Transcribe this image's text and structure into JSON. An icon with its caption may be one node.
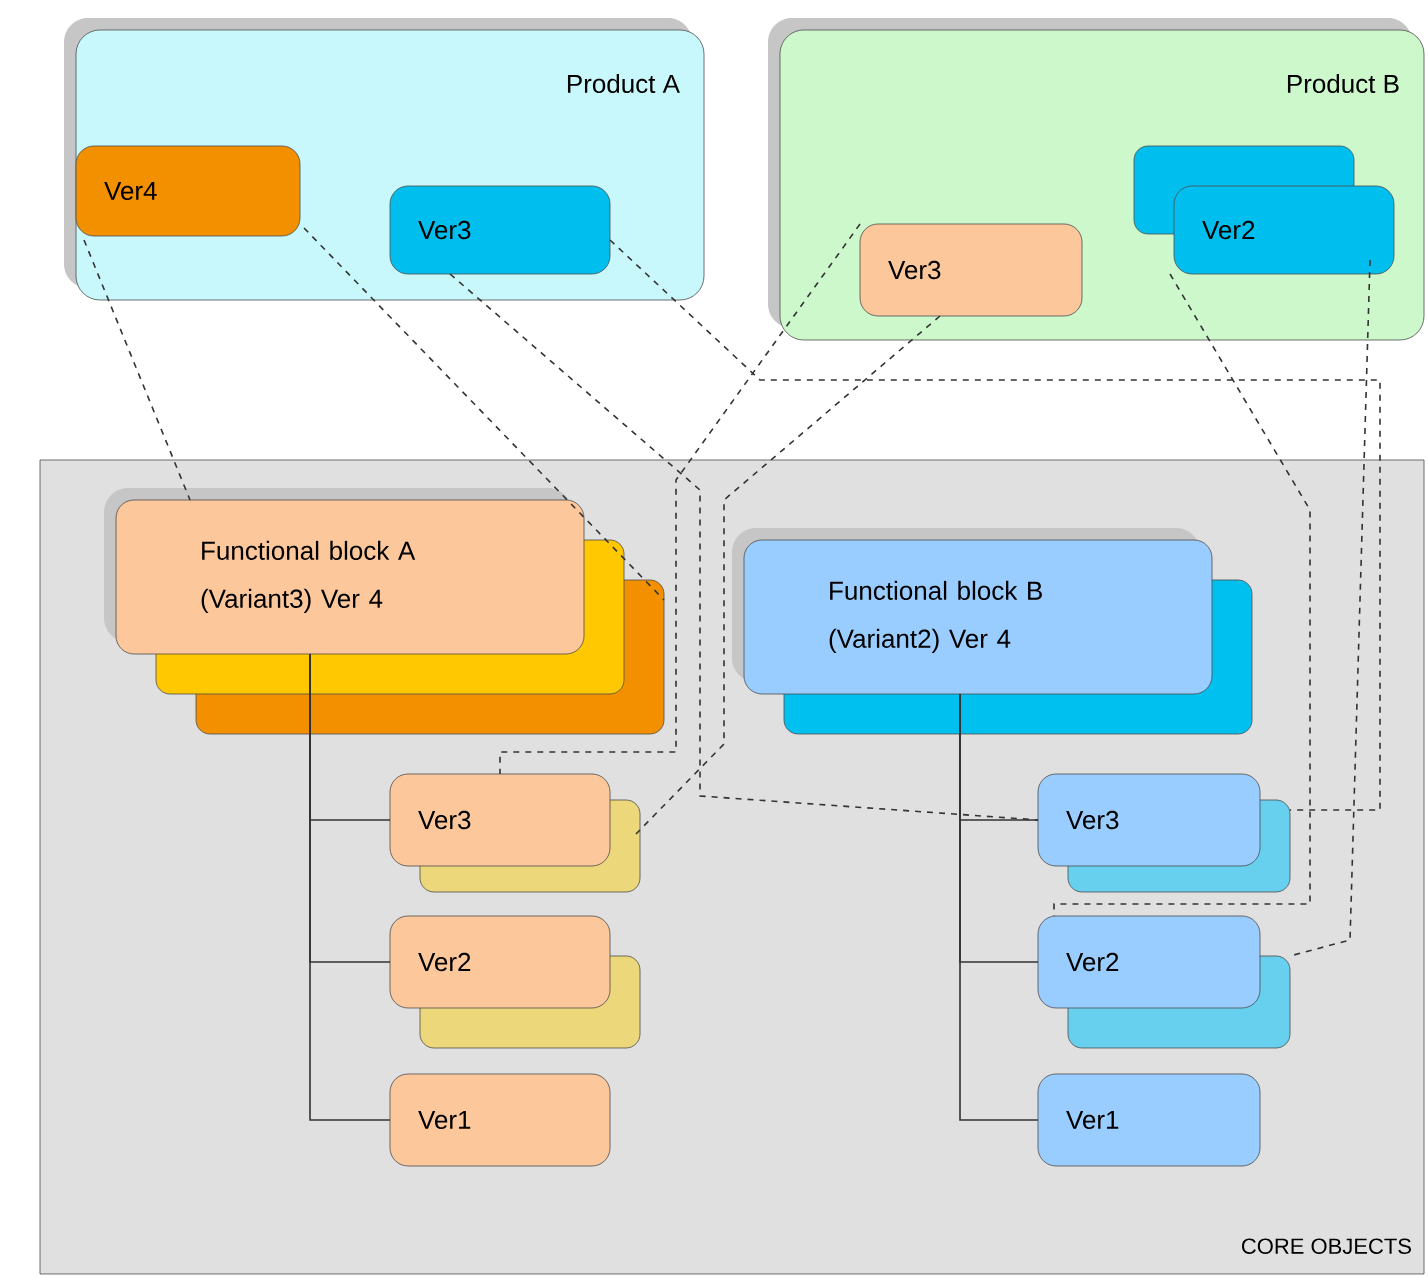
{
  "diagram": {
    "nodes": [
      {
        "text": [
          "Product A"
        ]
      },
      {
        "text": [
          "Ver4"
        ],
        "in": 0
      },
      {
        "text": [
          "Ver3"
        ],
        "in": 0
      },
      {
        "text": [
          "Product B"
        ]
      },
      {
        "text": [
          "Ver3"
        ],
        "in": 3
      },
      {
        "text": [
          "Ver2"
        ],
        "in": 3
      },
      {
        "text": [
          "CORE OBJECTS"
        ]
      },
      {
        "text": [
          "Functional block A (Variant3) Ver 4"
        ],
        "in": 6
      },
      {
        "text": [
          "Ver3"
        ],
        "in": 6
      },
      {
        "text": [
          "Ver2"
        ],
        "in": 6
      },
      {
        "text": [
          "Ver1"
        ],
        "in": 6
      },
      {
        "text": [
          "Functional block B (Variant2) Ver 4"
        ],
        "in": 6
      },
      {
        "text": [
          "Ver3"
        ],
        "in": 6
      },
      {
        "text": [
          "Ver2"
        ],
        "in": 6
      },
      {
        "text": [
          "Ver1"
        ],
        "in": 6
      }
    ],
    "edges": [
      {
        "from": 1,
        "to": 7,
        "arrow": "none",
        "style": "dashed"
      },
      {
        "from": 1,
        "to": 7,
        "arrow": "none",
        "style": "dashed"
      },
      {
        "from": 2,
        "to": 12,
        "arrow": "none",
        "style": "dashed"
      },
      {
        "from": 2,
        "to": 12,
        "arrow": "none",
        "style": "dashed"
      },
      {
        "from": 4,
        "to": 8,
        "arrow": "none",
        "style": "dashed"
      },
      {
        "from": 4,
        "to": 8,
        "arrow": "none",
        "style": "dashed"
      },
      {
        "from": 5,
        "to": 13,
        "arrow": "none",
        "style": "dashed"
      },
      {
        "from": 5,
        "to": 13,
        "arrow": "none",
        "style": "dashed"
      },
      {
        "from": 7,
        "to": 8,
        "arrow": "none"
      },
      {
        "from": 7,
        "to": 9,
        "arrow": "none"
      },
      {
        "from": 7,
        "to": 10,
        "arrow": "none"
      },
      {
        "from": 11,
        "to": 12,
        "arrow": "none"
      },
      {
        "from": 11,
        "to": 13,
        "arrow": "none"
      },
      {
        "from": 11,
        "to": 14,
        "arrow": "none"
      }
    ]
  }
}
